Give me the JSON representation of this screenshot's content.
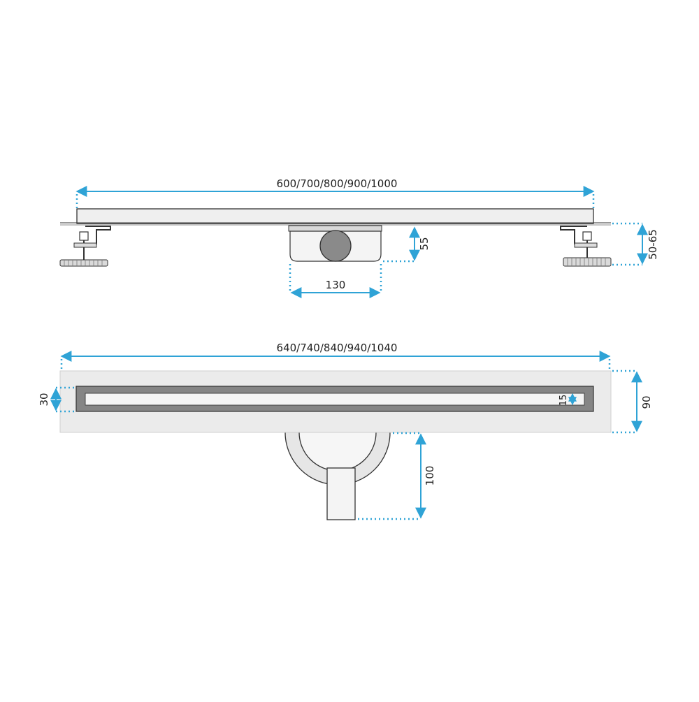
{
  "colors": {
    "dimension": "#2fa3d6",
    "outline": "#333333",
    "fill_light": "#ececec",
    "fill_mid": "#d5d5d5",
    "grate": "#858585"
  },
  "side_view": {
    "total_length_label": "600/700/800/900/1000",
    "outlet_height_label": "55",
    "outlet_width_label": "130",
    "adjust_height_label": "50-65"
  },
  "top_view": {
    "total_length_label": "640/740/840/940/1040",
    "channel_width_label": "30",
    "grate_slot_label": "15",
    "total_width_label": "90",
    "outlet_depth_label": "100"
  }
}
